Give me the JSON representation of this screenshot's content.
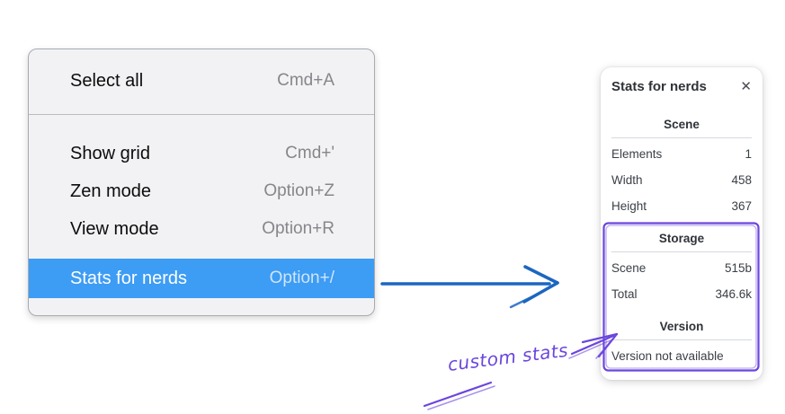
{
  "context_menu": {
    "items": [
      {
        "label": "Select all",
        "shortcut": "Cmd+A"
      },
      {
        "label": "Show grid",
        "shortcut": "Cmd+'"
      },
      {
        "label": "Zen mode",
        "shortcut": "Option+Z"
      },
      {
        "label": "View mode",
        "shortcut": "Option+R"
      },
      {
        "label": "Stats for nerds",
        "shortcut": "Option+/"
      }
    ],
    "selected_item": "Stats for nerds"
  },
  "stats_panel": {
    "title": "Stats for nerds",
    "close_icon": "✕",
    "sections": [
      {
        "heading": "Scene",
        "rows": [
          {
            "label": "Elements",
            "value": "1"
          },
          {
            "label": "Width",
            "value": "458"
          },
          {
            "label": "Height",
            "value": "367"
          }
        ]
      },
      {
        "heading": "Storage",
        "rows": [
          {
            "label": "Scene",
            "value": "515b"
          },
          {
            "label": "Total",
            "value": "346.6k"
          }
        ]
      },
      {
        "heading": "Version",
        "note": "Version not available"
      }
    ]
  },
  "annotations": {
    "custom_stats_label": "custom stats",
    "colors": {
      "menu_highlight": "#3d9cf4",
      "flow_arrow_blue": "#1b66c0",
      "annotation_purple": "#6b46dd"
    }
  }
}
